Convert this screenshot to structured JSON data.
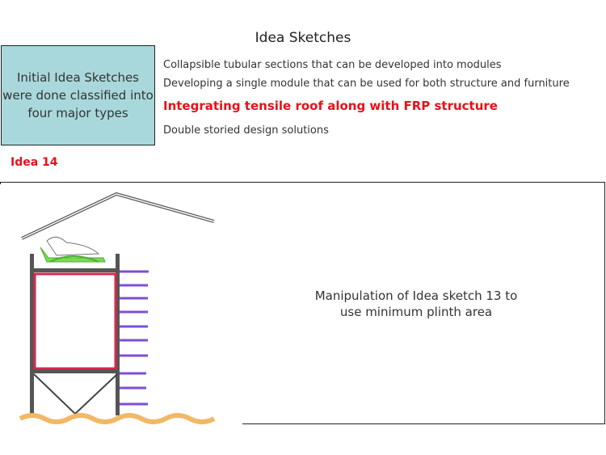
{
  "title": "Idea Sketches",
  "summary_box": "Initial Idea Sketches were done classified into four major types",
  "types": [
    "Collapsible tubular sections that can be developed into modules",
    "Developing a single module that can be used for both structure and furniture",
    "Integrating tensile roof along with FRP structure",
    "Double storied design solutions"
  ],
  "idea_label": "Idea 14",
  "caption": "Manipulation of Idea sketch 13 to use minimum plinth area",
  "colors": {
    "highlight": "#e8101a",
    "box_fill": "#a8d8dc"
  }
}
